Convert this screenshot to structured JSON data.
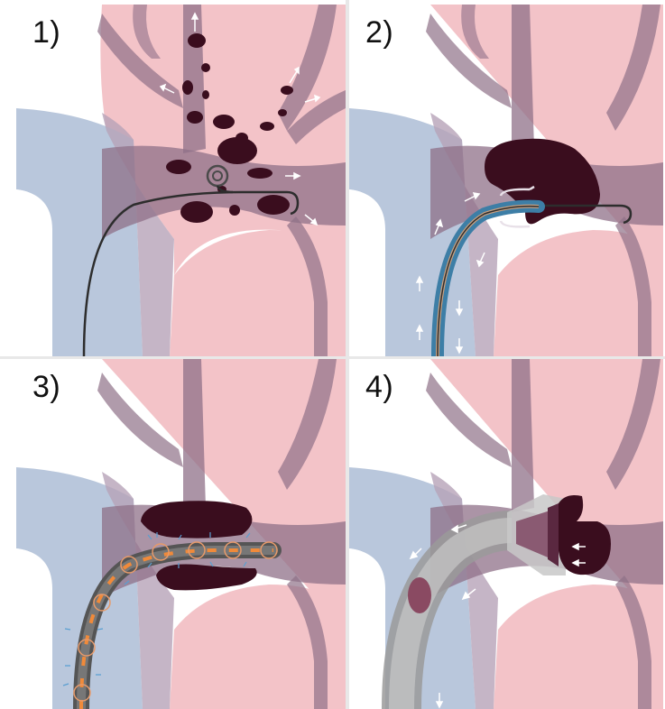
{
  "figure": {
    "panels": [
      {
        "label": "1)"
      },
      {
        "label": "2)"
      },
      {
        "label": "3)"
      },
      {
        "label": "4)"
      }
    ],
    "colors": {
      "lung_pink": "#f3c3c8",
      "vein_blue": "#b9c7dc",
      "vessel_mauve": "#8f7088",
      "vessel_mauve_alt": "#98778f",
      "clot": "#3a0d1e",
      "wire": "#2d2d2d",
      "catheter_blue": "#3d7ea6",
      "balloon_orange": "#f08a3a",
      "sheath_gray": "#9a9a9a",
      "flow_arrow": "#ffffff"
    },
    "icons": {
      "flow": "white-arrow-icon",
      "guidewire_tip": "pigtail-coil-icon"
    }
  }
}
